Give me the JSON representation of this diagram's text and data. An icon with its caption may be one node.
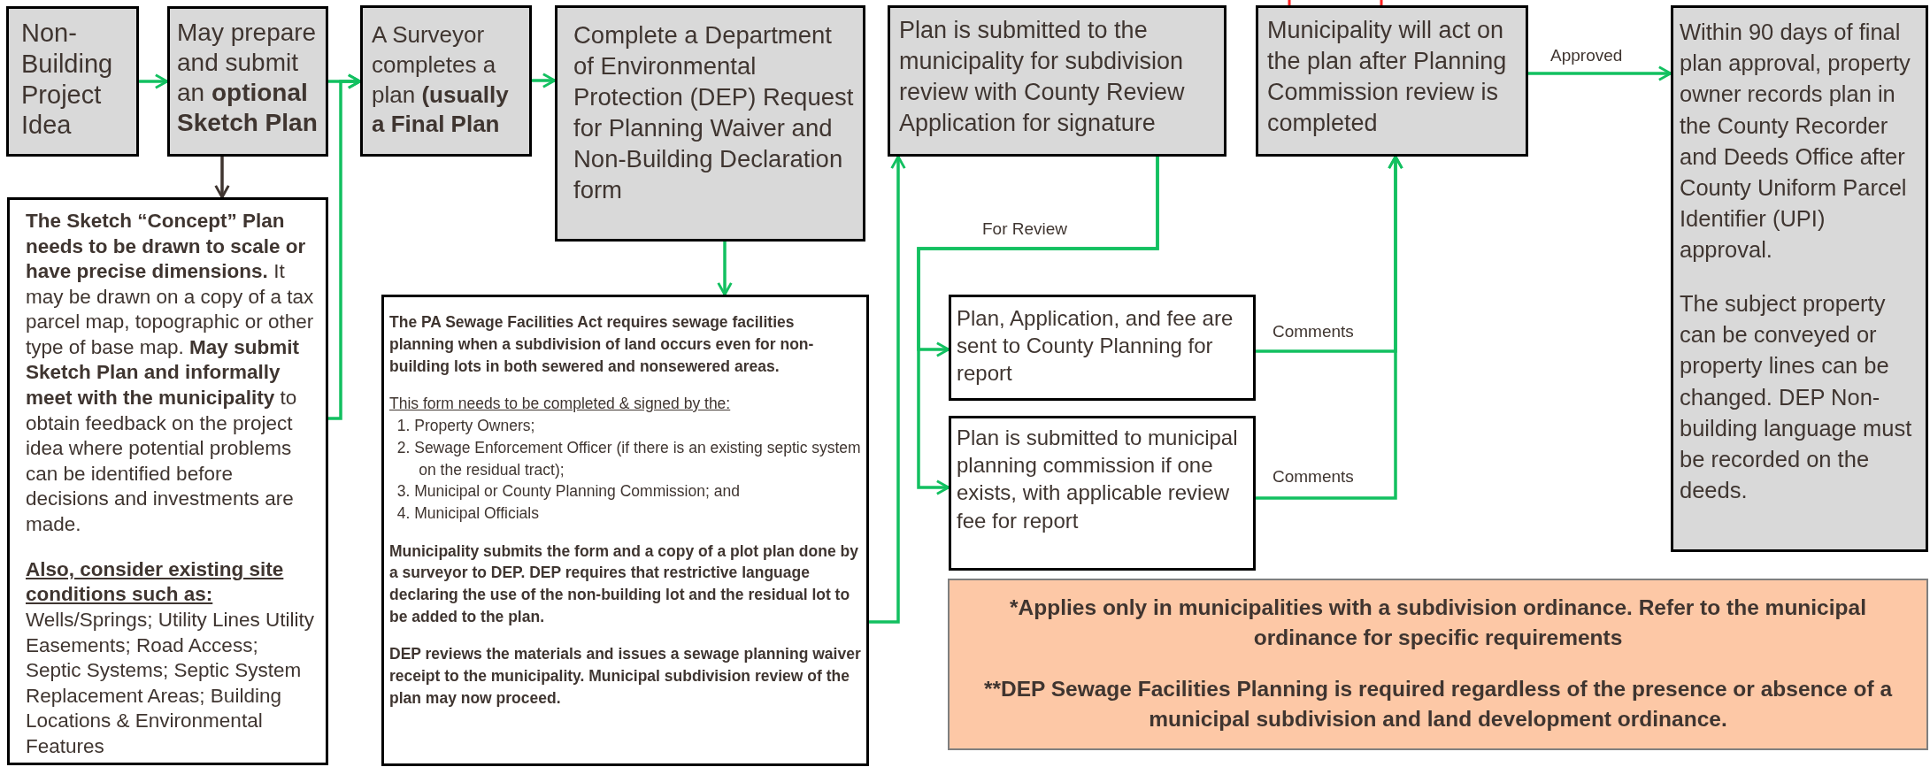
{
  "diagram": {
    "nodes": [
      {
        "text": [
          "Non-Building Project Idea"
        ]
      },
      {
        "text": [
          "May prepare and submit an **optional Sketch Plan**"
        ]
      },
      {
        "text": [
          "**The Sketch “Concept” Plan needs to be drawn to scale or have precise dimensions.** It may be drawn on a copy of a tax parcel map, topographic or other type of base map. **May submit Sketch Plan and informally meet with the municipality** to obtain feedback on the project idea where potential problems can be identified before decisions and investments are made.",
          "Also, consider existing site conditions such as:",
          "Wells/Springs; Utility Lines Utility Easements; Road Access; Septic Systems; Septic System Replacement Areas; Building Locations & Environmental Features"
        ]
      },
      {
        "text": [
          "A Surveyor completes a plan **(usually a Final Plan**"
        ]
      },
      {
        "text": [
          "Complete a Department of Environmental Protection (DEP) Request for Planning Waiver and Non-Building Declaration form"
        ]
      },
      {
        "text": [
          "The PA Sewage Facilities Act requires sewage facilities planning when a subdivision of land occurs even for non-building lots in both sewered and nonsewered areas.",
          "This form needs to be completed & signed by the:",
          "1. Property Owners;",
          "2. Sewage Enforcement Officer (if there is an existing septic system on the residual tract);",
          "3. Municipal or County Planning Commission; and",
          "4. Municipal Officials",
          "Municipality submits the form and a copy of a plot plan done by a surveyor to DEP. DEP requires that restrictive language declaring the use of the non-building lot and the residual lot to be added to the plan.",
          "DEP reviews the materials and issues a sewage planning waiver receipt to the municipality. Municipal subdivision review of the plan may now proceed."
        ]
      },
      {
        "text": [
          "Plan is submitted to the municipality for subdivision review with County Review Application for signature"
        ]
      },
      {
        "text": [
          "Plan, Application, and fee are sent to County Planning for report"
        ]
      },
      {
        "text": [
          "Plan is submitted to municipal planning commission if one exists, with applicable review fee for report"
        ]
      },
      {
        "text": [
          "Municipality will act on the plan after Planning Commission review is completed"
        ]
      },
      {
        "text": [
          "Within 90 days of final plan approval, property owner records plan in the County Recorder and Deeds Office after County Uniform Parcel Identifier (UPI) approval.",
          "The subject property can be conveyed or property lines can be changed. DEP Non-building language must be recorded on the deeds."
        ]
      },
      {
        "text": [
          "*Applies only in municipalities with a subdivision ordinance. Refer to the municipal ordinance for specific requirements",
          "**DEP Sewage Facilities Planning is required regardless of the presence or absence of a municipal subdivision and land development ordinance."
        ]
      }
    ],
    "edges": [
      {
        "from": 0,
        "to": 1,
        "arrow": "to"
      },
      {
        "from": 1,
        "to": 2,
        "arrow": "to",
        "color": "#3f3530"
      },
      {
        "from": 1,
        "to": 3,
        "arrow": "to"
      },
      {
        "from": 2,
        "to": 3,
        "arrow": "to"
      },
      {
        "from": 3,
        "to": 4,
        "arrow": "to"
      },
      {
        "from": 4,
        "to": 5,
        "arrow": "to"
      },
      {
        "from": 5,
        "to": 6,
        "arrow": "to"
      },
      {
        "from": 6,
        "to": 7,
        "arrow": "to",
        "label": "For Review"
      },
      {
        "from": 6,
        "to": 8,
        "arrow": "to"
      },
      {
        "from": 7,
        "to": 9,
        "arrow": "to",
        "label": "Comments"
      },
      {
        "from": 8,
        "to": 9,
        "arrow": "to",
        "label": "Comments"
      },
      {
        "from": 9,
        "to": 10,
        "arrow": "to",
        "label": "Approved"
      }
    ]
  }
}
